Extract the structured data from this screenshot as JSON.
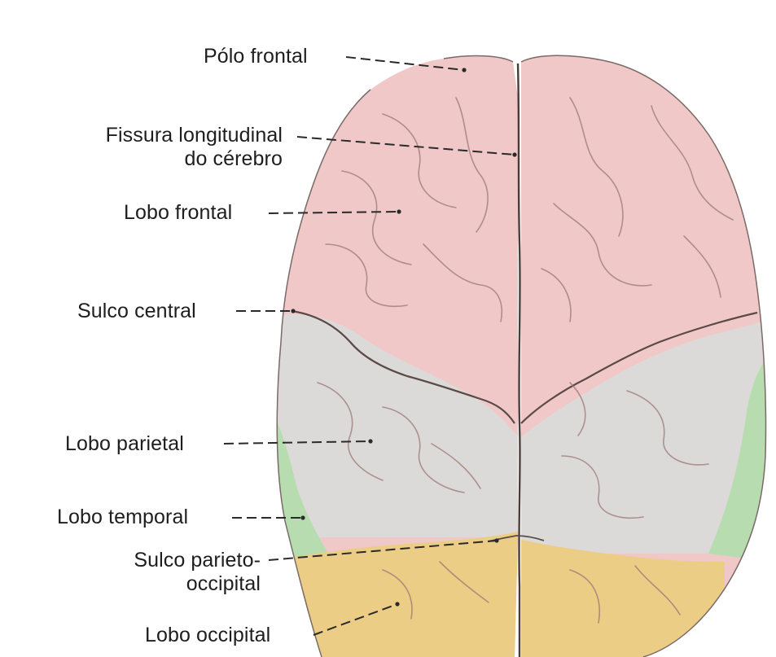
{
  "labels": {
    "polo_frontal": "Pólo frontal",
    "fissura_line1": "Fissura longitudinal",
    "fissura_line2": "do cérebro",
    "lobo_frontal": "Lobo frontal",
    "sulco_central": "Sulco central",
    "lobo_parietal": "Lobo parietal",
    "lobo_temporal": "Lobo temporal",
    "sulco_po_line1": "Sulco parieto-",
    "sulco_po_line2": "occipital",
    "lobo_occipital": "Lobo occipital"
  },
  "colors": {
    "frontal": "#f0c8c8",
    "parietal": "#dcdad8",
    "temporal": "#b6dcb0",
    "occipital": "#eccd86",
    "sulcus": "#5a4a48",
    "leader": "#2a2a2a"
  }
}
